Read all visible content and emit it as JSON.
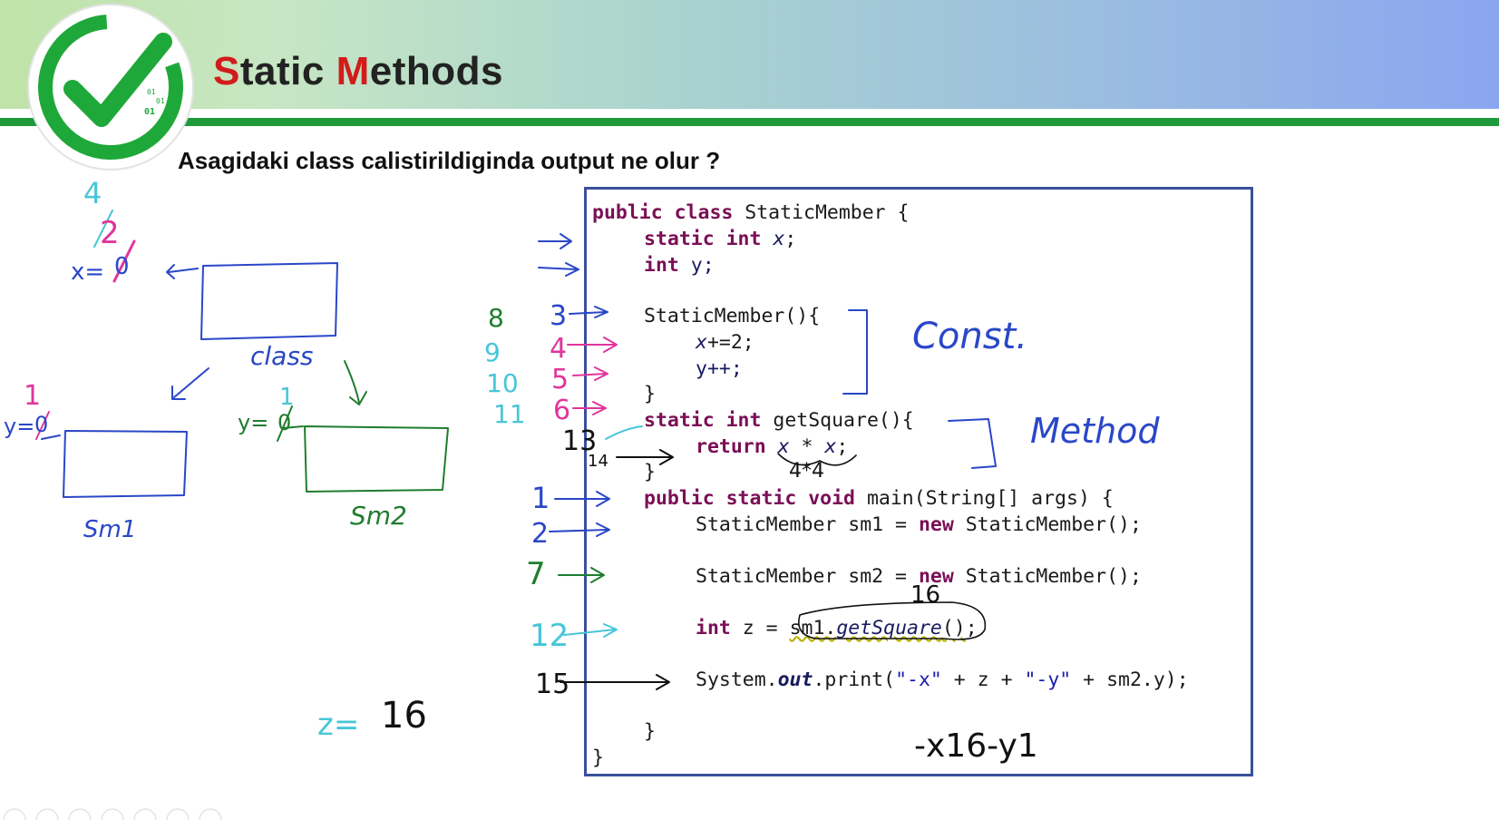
{
  "slide": {
    "title_s": "S",
    "title_tatic": "tatic ",
    "title_m": "M",
    "title_ethods": "ethods",
    "question": "Asagidaki class calistirildiginda output ne olur ?",
    "logo_text": [
      "01",
      "01",
      "01"
    ],
    "colors": {
      "title_red": "#d21c1c",
      "accent_green": "#1f9a3a",
      "box_border": "#3b4f9c"
    }
  },
  "code": {
    "l1_kw": "public class ",
    "l1_rest": "StaticMember {",
    "l2_kw": "static int ",
    "l2_var": "x",
    "l2_end": ";",
    "l3_kw": "int ",
    "l3_rest": "y;",
    "l4": "StaticMember(){",
    "l5_var": "x",
    "l5_rest": "+=2;",
    "l6": "y++;",
    "l7": "}",
    "l8_kw": "static int ",
    "l8_rest": "getSquare(){",
    "l9_kw": "return ",
    "l9_x1": "x",
    "l9_op": " * ",
    "l9_x2": "x",
    "l9_end": ";",
    "l10": "}",
    "l11_kw": "public static void ",
    "l11_rest": "main(String[] args) {",
    "l12_a": "StaticMember sm1 = ",
    "l12_kw": "new",
    "l12_b": " StaticMember();",
    "l13_a": "StaticMember sm2 = ",
    "l13_kw": "new",
    "l13_b": " StaticMember();",
    "l14_kw": "int ",
    "l14_a": "z = ",
    "l14_call_a": "sm1.",
    "l14_call_m": "getSquare",
    "l14_call_b": "()",
    "l14_end": ";",
    "l15_a": "System.",
    "l15_out": "out",
    "l15_b": ".print(",
    "l15_s1": "\"-x\"",
    "l15_c": " + z + ",
    "l15_s2": "\"-y\"",
    "l15_d": " + sm2.y);",
    "l16": "}",
    "l17": "}"
  },
  "annotations": {
    "const_label": "Const.",
    "method_label": "Method",
    "class_label": "class",
    "sm1_label": "Sm1",
    "sm2_label": "Sm2",
    "x_eq": "x=",
    "x_zero": "0",
    "x_two": "2",
    "x_four": "4",
    "y_eq_left": "y=",
    "y_left_zero": "0",
    "y_left_one": "1",
    "y_eq_right": "y=",
    "y_right_zero": "0",
    "y_right_one": "1",
    "z_eq": "z=",
    "z_val": "16",
    "output": "-x16-y1",
    "over_call": "16",
    "step_1": "1",
    "step_2": "2",
    "step_3": "3",
    "step_4": "4",
    "step_5": "5",
    "step_6": "6",
    "step_7": "7",
    "step_8": "8",
    "step_9": "9",
    "step_10": "10",
    "step_11": "11",
    "step_12": "12",
    "step_13": "13",
    "step_14": "14",
    "step_15": "15",
    "ret_calc": "4*4",
    "colors": {
      "blue": "#2a47c8",
      "pink": "#e0359c",
      "cyan": "#48c6d8",
      "green": "#1f7d2e"
    }
  }
}
